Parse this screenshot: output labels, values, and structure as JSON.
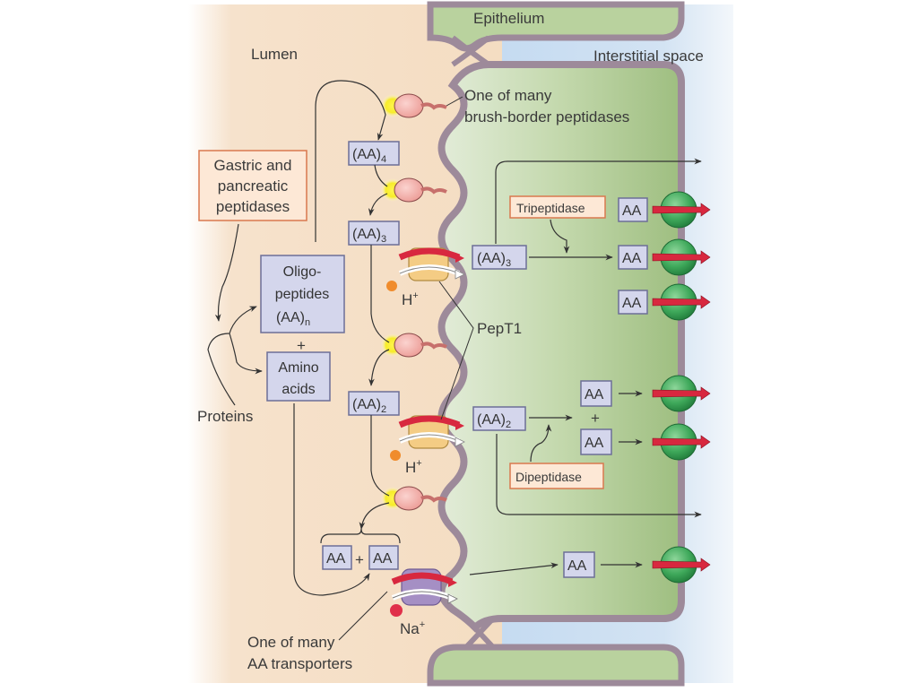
{
  "title": "Protein digestion and amino acid absorption in the small intestine",
  "regions": {
    "lumen": "Lumen",
    "epithelium": "Epithelium",
    "interstitial": "Interstitial space"
  },
  "colors": {
    "lumen": "#f6dfc6",
    "epithelium": "#a9c68c",
    "interstitial": "#c8dcf0",
    "membrane": "#9d8a9a",
    "box_fill": "#d4d6ec",
    "box_stroke": "#6d6f97",
    "enzyme_box_fill": "#fde8d6",
    "enzyme_box_stroke": "#d9794f",
    "peptidase": "#f2a6a0",
    "pept1": "#f4cc84",
    "aa_transporter": "#a58fc4",
    "basolateral_channel": "#3aa15a",
    "h_ion": "#f08c2c",
    "na_ion": "#e0304a",
    "red_arrow": "#d8283f"
  },
  "labels": {
    "brush_border": [
      "One of many",
      "brush-border peptidases"
    ],
    "gastric": [
      "Gastric and",
      "pancreatic",
      "peptidases"
    ],
    "proteins": "Proteins",
    "oligo": [
      "Oligo-",
      "peptides",
      "(AA)"
    ],
    "oligo_sub": "n",
    "plus": "+",
    "amino": [
      "Amino",
      "acids"
    ],
    "pept1": "PepT1",
    "tripeptidase": "Tripeptidase",
    "dipeptidase": "Dipeptidase",
    "aa_transporters": [
      "One of many",
      "AA transporters"
    ],
    "h_ion": "H",
    "na_ion": "Na",
    "ion_charge": "+"
  },
  "peptides": {
    "aa4": {
      "base": "(AA)",
      "sub": "4"
    },
    "aa3": {
      "base": "(AA)",
      "sub": "3"
    },
    "aa2": {
      "base": "(AA)",
      "sub": "2"
    },
    "aa": "AA"
  }
}
